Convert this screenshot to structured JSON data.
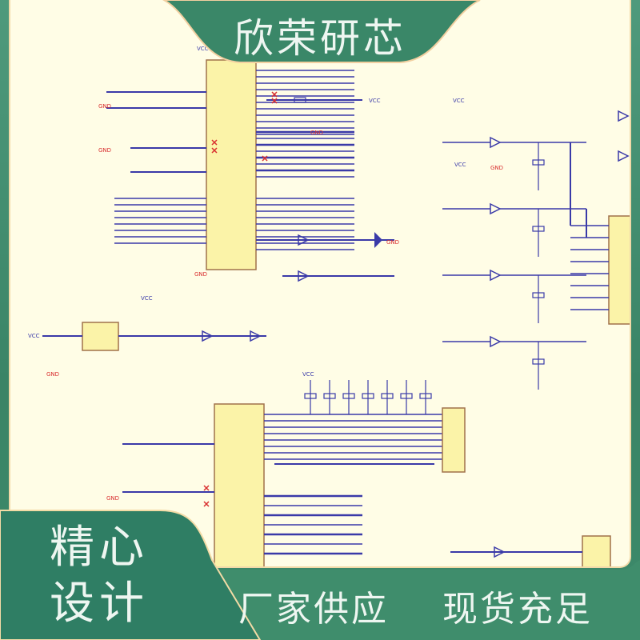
{
  "brand": "欣荣研芯",
  "slogan_left": [
    "精心",
    "设计"
  ],
  "slogan_bottom": [
    "厂家供应",
    "现货充足"
  ],
  "schematic": {
    "vcc": "VCC",
    "gnd": "GND"
  },
  "colors": {
    "green": "#2f7e64",
    "sheet": "#fffde6",
    "wire": "#3a3aa8",
    "chip": "#fbf3a8",
    "accent": "#d93030"
  }
}
